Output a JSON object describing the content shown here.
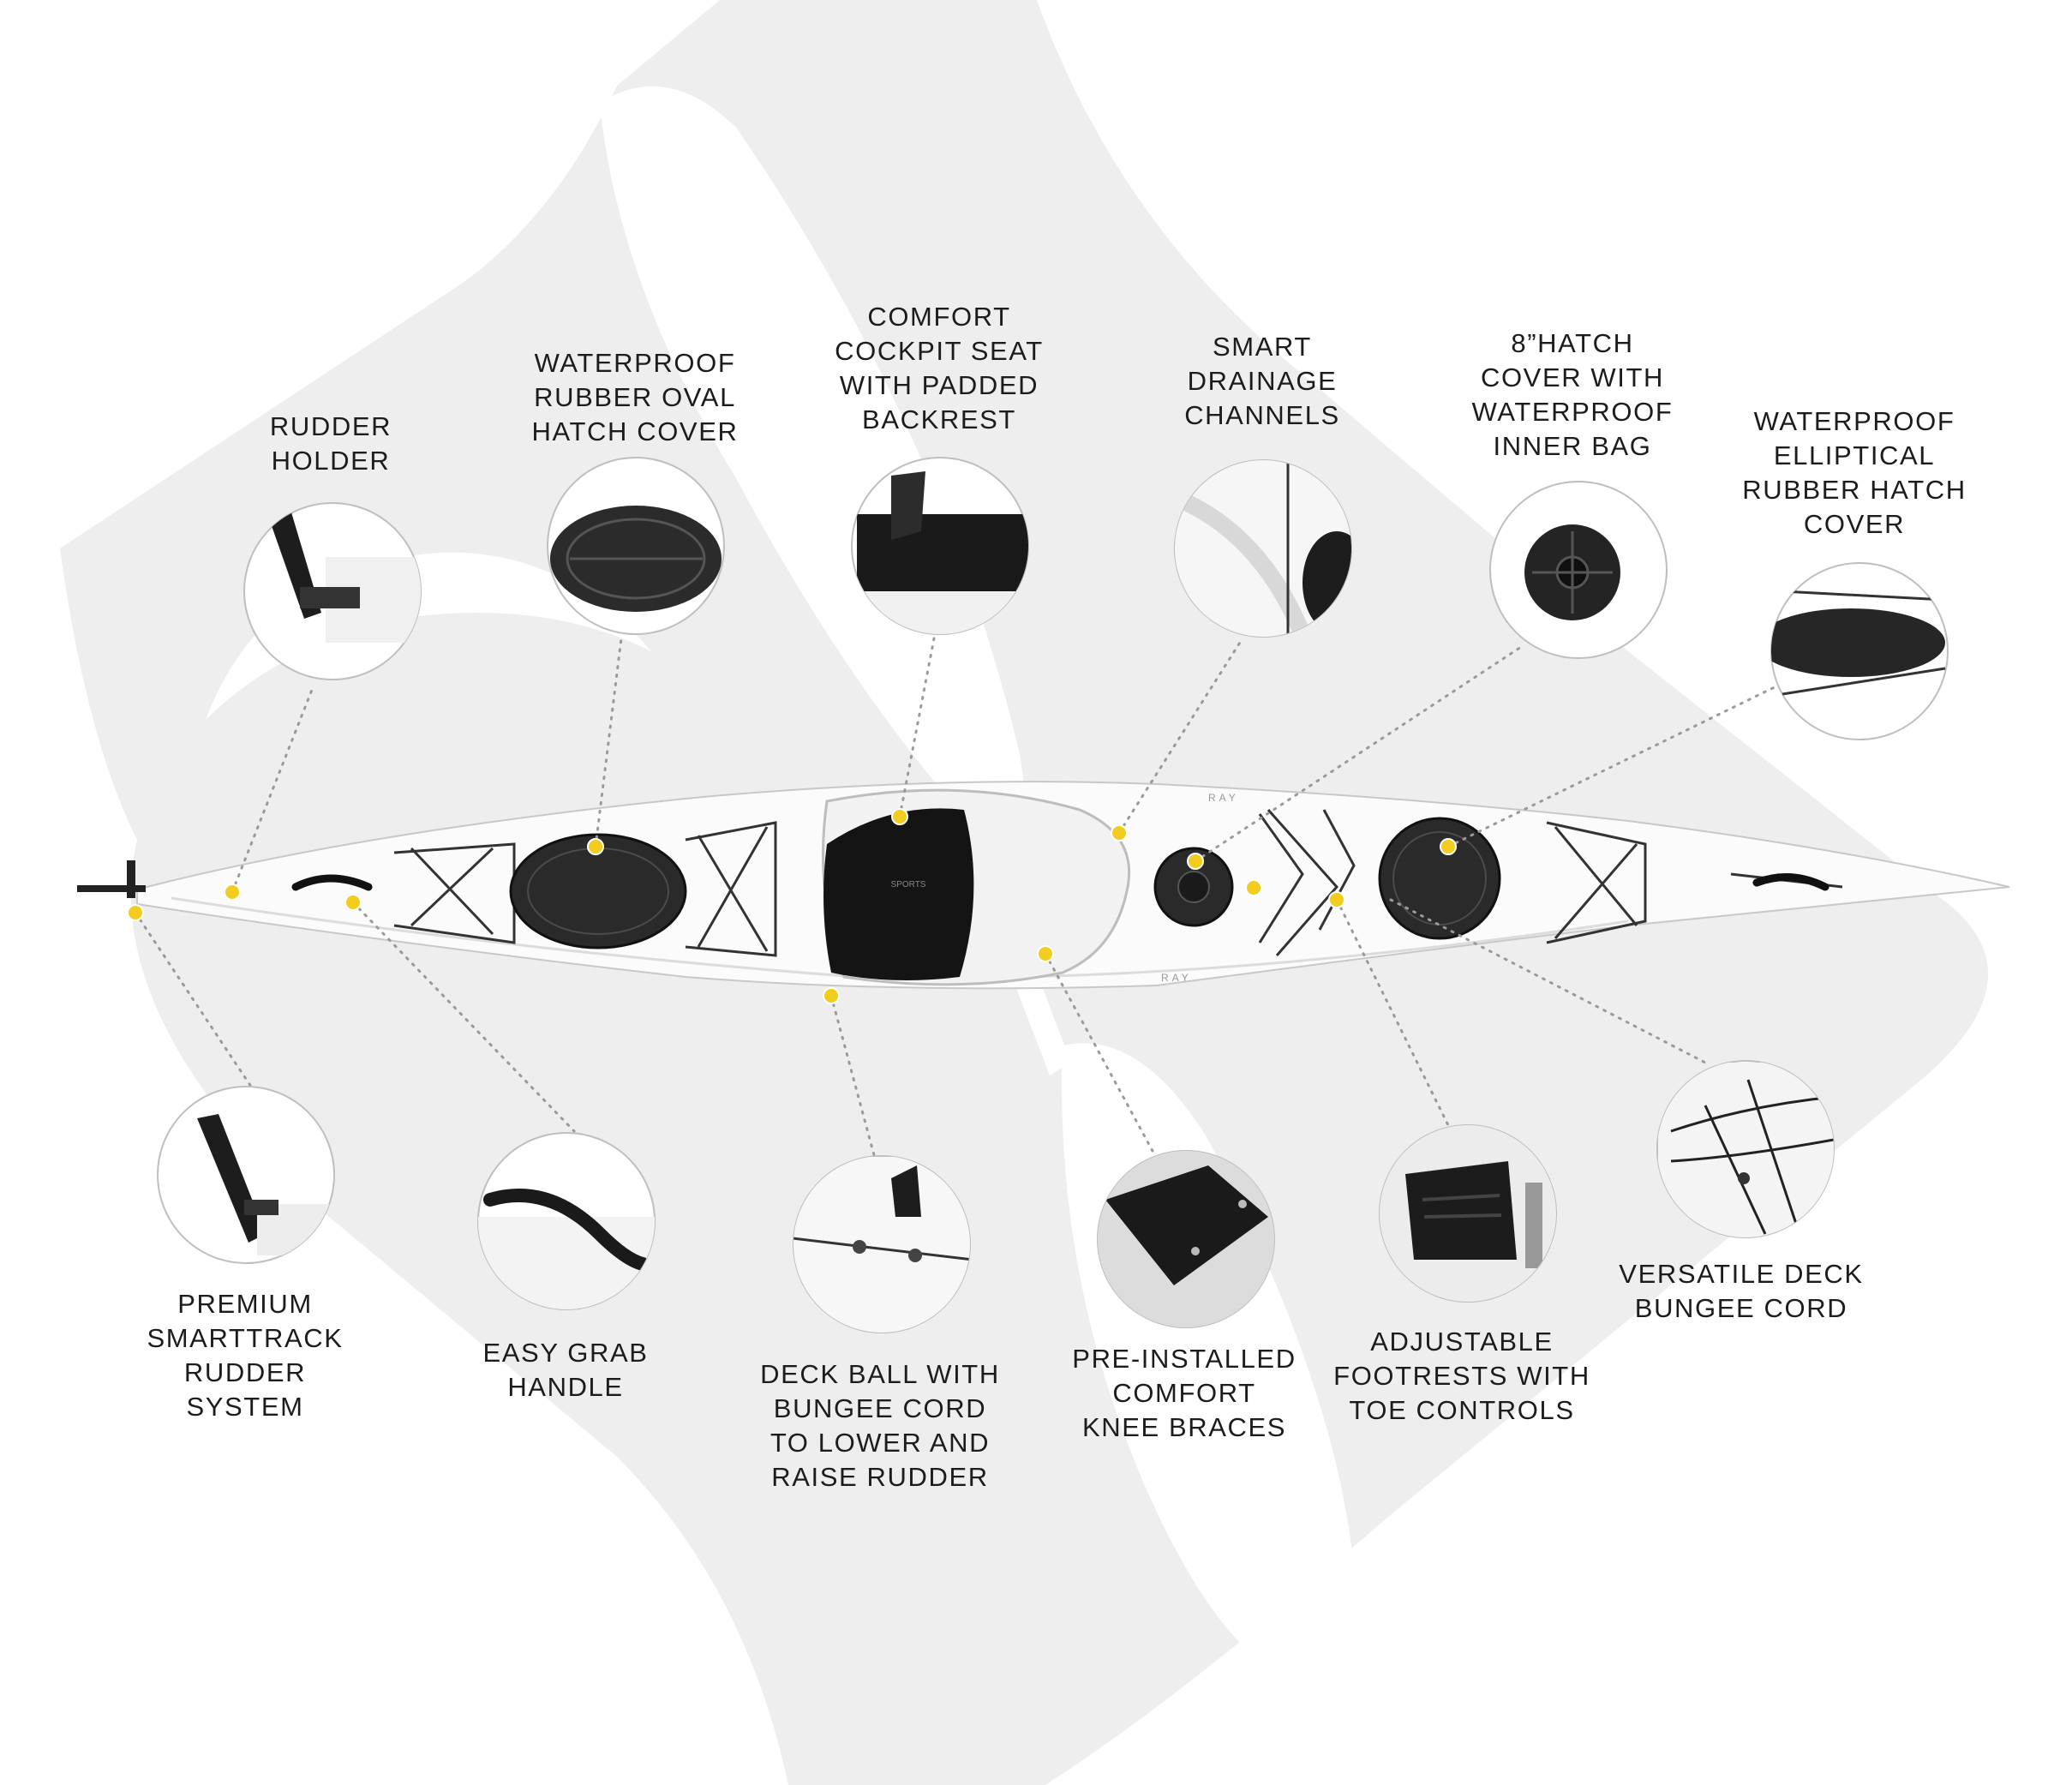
{
  "accent_color": "#f2cc1f",
  "hull_color": "#ffffff",
  "background_watermark_color": "#efefef",
  "hull_text": [
    "RAY",
    "SPORTS"
  ],
  "features": [
    {
      "id": "rudder-holder",
      "label": "RUDDER\nHOLDER"
    },
    {
      "id": "oval-hatch",
      "label": "WATERPROOF\nRUBBER OVAL\nHATCH COVER"
    },
    {
      "id": "cockpit-seat",
      "label": "COMFORT\nCOCKPIT SEAT\nWITH PADDED\nBACKREST"
    },
    {
      "id": "drainage",
      "label": "SMART\nDRAINAGE\nCHANNELS"
    },
    {
      "id": "hatch-8in",
      "label": "8”HATCH\nCOVER WITH\nWATERPROOF\nINNER BAG"
    },
    {
      "id": "elliptical-hatch",
      "label": "WATERPROOF\nELLIPTICAL\nRUBBER HATCH\nCOVER"
    },
    {
      "id": "rudder-system",
      "label": "PREMIUM\nSMARTTRACK\nRUDDER\nSYSTEM"
    },
    {
      "id": "grab-handle",
      "label": "EASY GRAB\nHANDLE"
    },
    {
      "id": "deck-ball",
      "label": "DECK BALL WITH\nBUNGEE CORD\nTO LOWER AND\nRAISE RUDDER"
    },
    {
      "id": "knee-braces",
      "label": "PRE-INSTALLED\nCOMFORT\nKNEE BRACES"
    },
    {
      "id": "footrests",
      "label": "ADJUSTABLE\nFOOTRESTS WITH\nTOE CONTROLS"
    },
    {
      "id": "bungee",
      "label": "VERSATILE DECK\nBUNGEE CORD"
    }
  ]
}
